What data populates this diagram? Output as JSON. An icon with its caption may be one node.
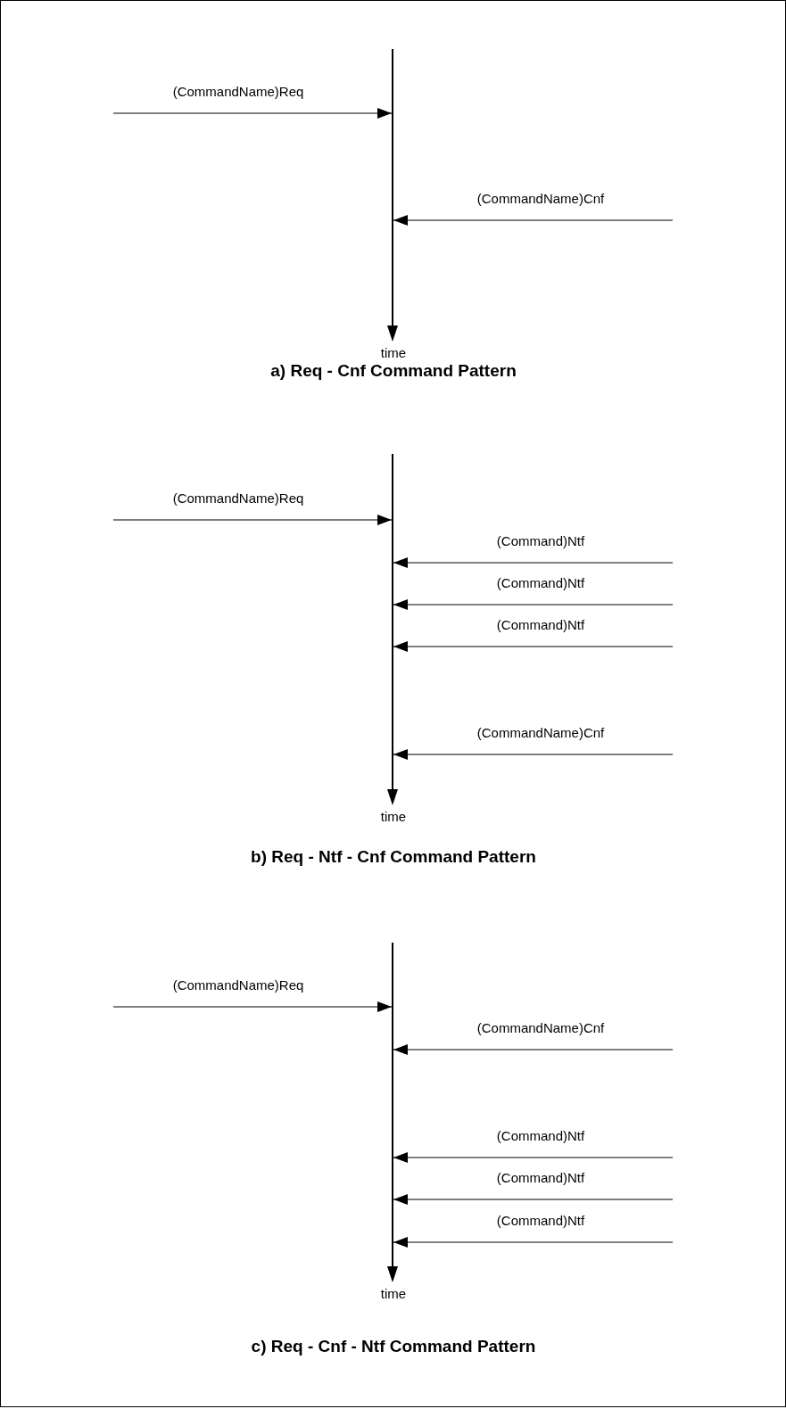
{
  "diagram": {
    "nodes": [
      {
        "text": [],
        "shape": "bar",
        "beside": [
          "time"
        ]
      },
      {
        "text": [],
        "shape": "bar",
        "beside": [
          "time"
        ]
      },
      {
        "text": [],
        "shape": "bar",
        "beside": [
          "time"
        ]
      }
    ],
    "edges": [
      {
        "from": null,
        "to": 0,
        "arrow": "to",
        "label": "(CommandName)Req"
      },
      {
        "from": null,
        "to": 0,
        "arrow": "to",
        "label": "(CommandName)Cnf"
      },
      {
        "from": null,
        "to": 1,
        "arrow": "to",
        "label": "(CommandName)Req"
      },
      {
        "from": null,
        "to": 1,
        "arrow": "to",
        "label": "(Command)Ntf"
      },
      {
        "from": null,
        "to": 1,
        "arrow": "to",
        "label": "(Command)Ntf"
      },
      {
        "from": null,
        "to": 1,
        "arrow": "to",
        "label": "(Command)Ntf"
      },
      {
        "from": null,
        "to": 1,
        "arrow": "to",
        "label": "(CommandName)Cnf"
      },
      {
        "from": null,
        "to": 2,
        "arrow": "to",
        "label": "(CommandName)Req"
      },
      {
        "from": null,
        "to": 2,
        "arrow": "to",
        "label": "(CommandName)Cnf"
      },
      {
        "from": null,
        "to": 2,
        "arrow": "to",
        "label": "(Command)Ntf"
      },
      {
        "from": null,
        "to": 2,
        "arrow": "to",
        "label": "(Command)Ntf"
      },
      {
        "from": null,
        "to": 2,
        "arrow": "to",
        "label": "(Command)Ntf"
      }
    ],
    "labels": [
      "a) Req - Cnf Command Pattern",
      "b) Req - Ntf - Cnf Command Pattern",
      "c) Req - Cnf - Ntf Command Pattern"
    ]
  }
}
